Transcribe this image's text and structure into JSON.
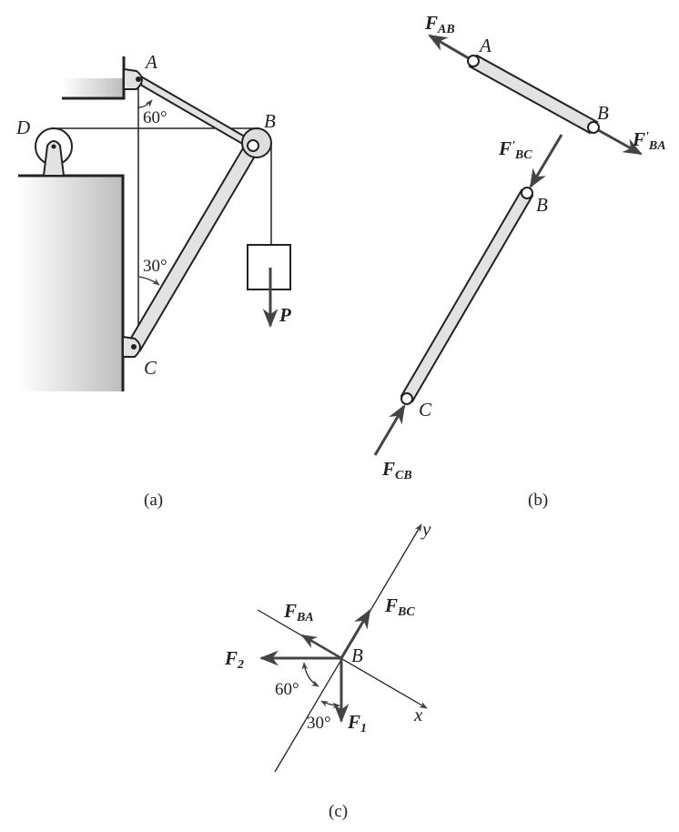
{
  "fig_a": {
    "A": "A",
    "B": "B",
    "C": "C",
    "D": "D",
    "angle_top": "60°",
    "angle_bottom": "30°",
    "P": "P",
    "caption": "(a)"
  },
  "fig_b": {
    "A": "A",
    "B1": "B",
    "B2": "B",
    "C": "C",
    "F_AB": {
      "main": "F",
      "sub": "AB"
    },
    "F_BA": {
      "main": "F",
      "prime": "'",
      "sub": "BA"
    },
    "F_BC": {
      "main": "F",
      "prime": "'",
      "sub": "BC"
    },
    "F_CB": {
      "main": "F",
      "sub": "CB"
    },
    "caption": "(b)"
  },
  "fig_c": {
    "B": "B",
    "x": "x",
    "y": "y",
    "F_BA": {
      "main": "F",
      "sub": "BA"
    },
    "F_BC": {
      "main": "F",
      "sub": "BC"
    },
    "F_1": {
      "main": "F",
      "sub": "1"
    },
    "F_2": {
      "main": "F",
      "sub": "2"
    },
    "angle_60": "60°",
    "angle_30": "30°",
    "caption": "(c)"
  },
  "colors": {
    "ink": "#222222",
    "fill": "#e2e2e2",
    "wall": "#cfcfcf"
  }
}
